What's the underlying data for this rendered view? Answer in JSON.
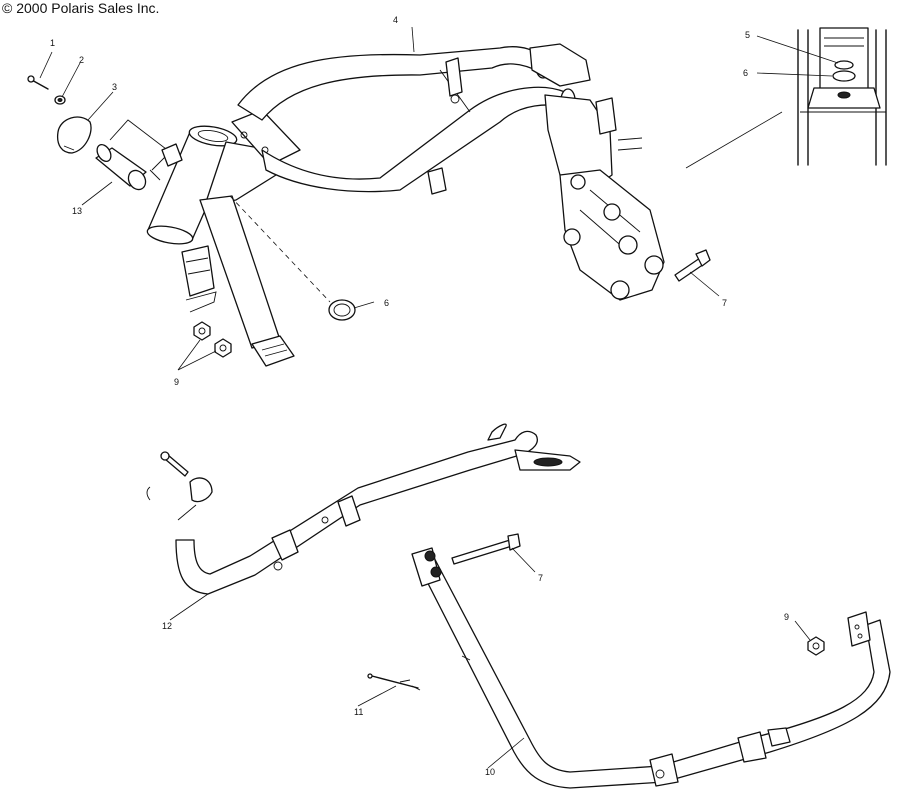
{
  "copyright": "© 2000 Polaris Sales Inc.",
  "callouts": [
    {
      "id": "c1",
      "label": "1"
    },
    {
      "id": "c2",
      "label": "2"
    },
    {
      "id": "c3",
      "label": "3"
    },
    {
      "id": "c4",
      "label": "4"
    },
    {
      "id": "c5",
      "label": "5"
    },
    {
      "id": "c6a",
      "label": "6"
    },
    {
      "id": "c6b",
      "label": "6"
    },
    {
      "id": "c7a",
      "label": "7"
    },
    {
      "id": "c7b",
      "label": "7"
    },
    {
      "id": "c9a",
      "label": "9"
    },
    {
      "id": "c9b",
      "label": "9"
    },
    {
      "id": "c10",
      "label": "10"
    },
    {
      "id": "c11",
      "label": "11"
    },
    {
      "id": "c12",
      "label": "12"
    },
    {
      "id": "c13",
      "label": "13"
    }
  ]
}
